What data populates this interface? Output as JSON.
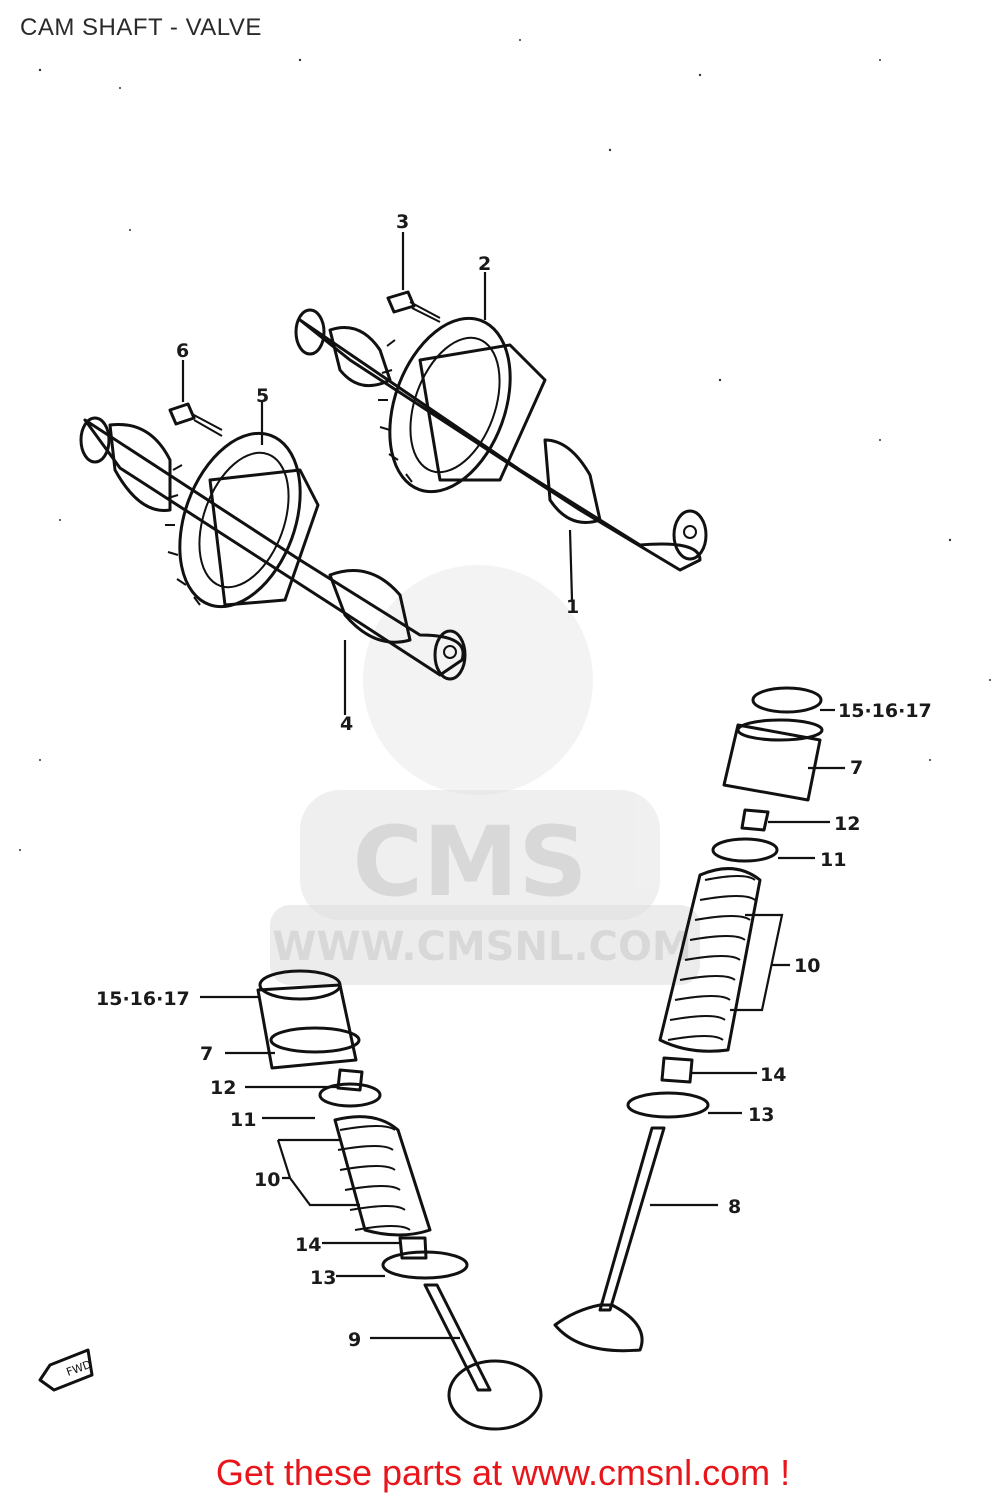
{
  "title": "CAM SHAFT - VALVE",
  "footer_link": "Get these parts at www.cmsnl.com !",
  "watermark": {
    "logo_text": "CMS",
    "url_text": "WWW.CMSNL.COM"
  },
  "fwd_arrow_text": "FWD",
  "colors": {
    "accent": "#e8161b",
    "line": "#111111",
    "watermark": "#d9d9d9"
  },
  "callouts": {
    "c1": "1",
    "c2": "2",
    "c3": "3",
    "c4": "4",
    "c5": "5",
    "c6": "6",
    "r1517a": "15·16·17",
    "r7a": "7",
    "r12a": "12",
    "r11a": "11",
    "r10a": "10",
    "r14a": "14",
    "r13a": "13",
    "r8": "8",
    "l1517": "15·16·17",
    "l7": "7",
    "l12": "12",
    "l11": "11",
    "l10": "10",
    "l14": "14",
    "l13": "13",
    "l9": "9"
  }
}
